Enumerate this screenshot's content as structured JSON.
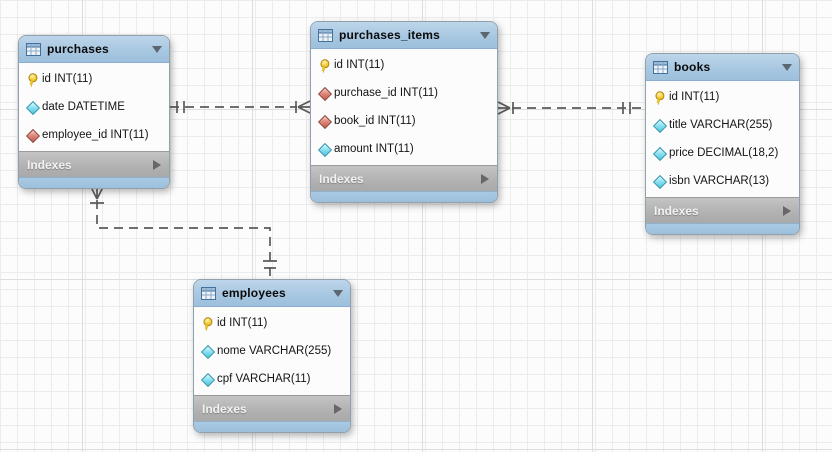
{
  "diagram": {
    "tables": [
      {
        "name": "purchases",
        "footer_label": "Indexes",
        "fields": [
          {
            "icon": "primary-key",
            "label": "id INT(11)"
          },
          {
            "icon": "column-diamond",
            "label": "date DATETIME"
          },
          {
            "icon": "fk-diamond",
            "label": "employee_id INT(11)"
          }
        ]
      },
      {
        "name": "purchases_items",
        "footer_label": "Indexes",
        "fields": [
          {
            "icon": "primary-key",
            "label": "id INT(11)"
          },
          {
            "icon": "fk-diamond",
            "label": "purchase_id INT(11)"
          },
          {
            "icon": "fk-diamond",
            "label": "book_id INT(11)"
          },
          {
            "icon": "column-diamond",
            "label": "amount INT(11)"
          }
        ]
      },
      {
        "name": "books",
        "footer_label": "Indexes",
        "fields": [
          {
            "icon": "primary-key",
            "label": "id INT(11)"
          },
          {
            "icon": "column-diamond",
            "label": "title VARCHAR(255)"
          },
          {
            "icon": "column-diamond",
            "label": "price DECIMAL(18,2)"
          },
          {
            "icon": "column-diamond",
            "label": "isbn VARCHAR(13)"
          }
        ]
      },
      {
        "name": "employees",
        "footer_label": "Indexes",
        "fields": [
          {
            "icon": "primary-key",
            "label": "id INT(11)"
          },
          {
            "icon": "column-diamond",
            "label": "nome VARCHAR(255)"
          },
          {
            "icon": "column-diamond",
            "label": "cpf VARCHAR(11)"
          }
        ]
      }
    ],
    "relationships": [
      {
        "one_side": "purchases",
        "many_side": "purchases_items",
        "line_style": "dashed"
      },
      {
        "one_side": "books",
        "many_side": "purchases_items",
        "line_style": "dashed"
      },
      {
        "one_side": "employees",
        "many_side": "purchases",
        "line_style": "dashed"
      }
    ],
    "colors": {
      "header_blue": "#a8c7e1",
      "indexes_gray": "#b1b1b1",
      "line_gray": "#5a5a5a",
      "primary_key_yellow": "#f6c92f",
      "foreign_key_red": "#e08a7d",
      "column_cyan": "#8ee2f0"
    }
  }
}
